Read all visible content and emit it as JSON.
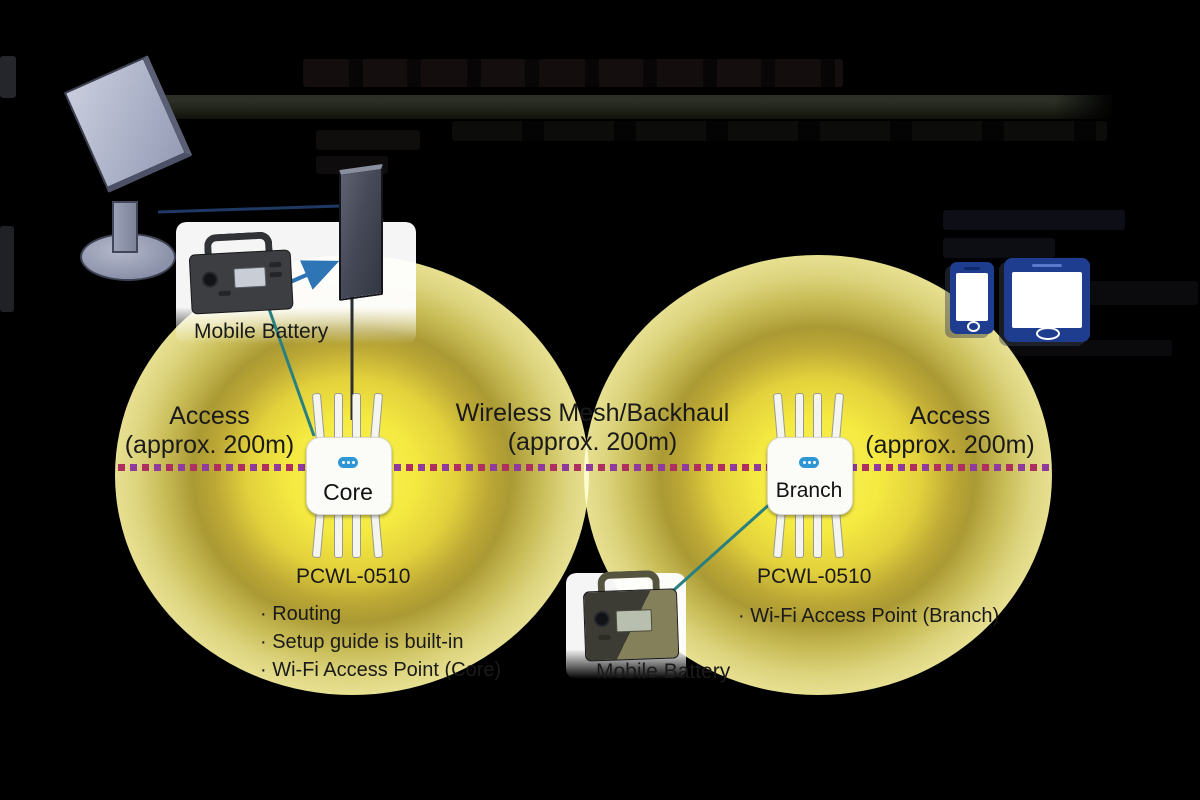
{
  "diagram": {
    "zones": {
      "access_left": {
        "line1": "Access",
        "line2": "(approx. 200m)"
      },
      "mesh": {
        "line1": "Wireless Mesh/Backhaul",
        "line2": "(approx. 200m)"
      },
      "access_right": {
        "line1": "Access",
        "line2": "(approx. 200m)"
      }
    },
    "devices": {
      "core": {
        "name": "Core",
        "model": "PCWL-0510",
        "features": [
          "· Routing",
          "· Setup guide is built-in",
          "· Wi-Fi Access Point (Core)"
        ]
      },
      "branch": {
        "name": "Branch",
        "model": "PCWL-0510",
        "features": [
          "· Wi-Fi Access Point (Branch)"
        ]
      }
    },
    "batteries": {
      "top_label": "Mobile Battery",
      "bottom_label": "Mobile Battery"
    },
    "colors": {
      "glow_center": "#f8f259",
      "glow_ring": "#ab9a34",
      "glow_edge": "#e7e091",
      "dash_red": "#ad3060",
      "dash_purple": "#8f3a9c",
      "connector_navy": "#1f3864",
      "connector_blue": "#2e75b6",
      "connector_teal": "#2a8080",
      "connector_pole": "#2b2e35",
      "device_logo_blue": "#2f96d5",
      "gadget_navy": "#1e3d8f",
      "text": "#1a1a1a"
    }
  }
}
